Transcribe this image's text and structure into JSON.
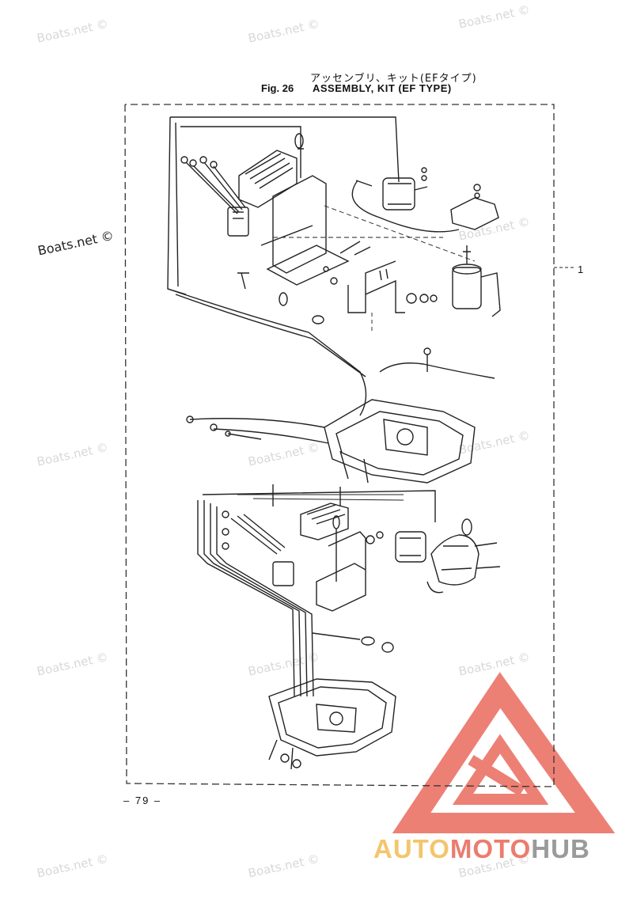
{
  "header": {
    "japanese_title": "アッセンブリ、キット(EFタイプ)",
    "figure_number": "Fig. 26",
    "english_title": "ASSEMBLY, KIT (EF TYPE)"
  },
  "callout": {
    "number": "1"
  },
  "footer": {
    "page_number": "– 79 –"
  },
  "watermark": {
    "text": "Boats.net ©"
  },
  "logo": {
    "brand_part1": "AUTO",
    "brand_part2": "MOTO",
    "brand_part3": "HUB",
    "colors": {
      "auto": "#f3c56c",
      "moto": "#ec7c6e",
      "hub": "#9a9a9a",
      "triangle": "#ea6a5c"
    }
  },
  "line_color": "#222222"
}
